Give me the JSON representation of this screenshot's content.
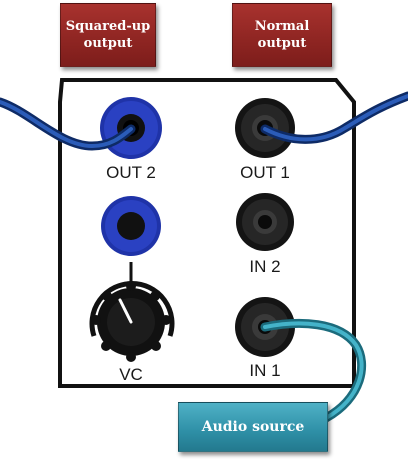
{
  "labels": {
    "squared_up_output": "Squared-up\noutput",
    "normal_output": "Normal\noutput",
    "audio_source": "Audio source"
  },
  "panel": {
    "out2": "OUT 2",
    "out1": "OUT 1",
    "in2": "IN 2",
    "vc": "VC",
    "in1": "IN 1"
  },
  "colors": {
    "label_red": "#8e2522",
    "label_teal": "#2e8fa6",
    "jack_blue": "#1f33a8",
    "cable_blue": "#173f86",
    "cable_teal": "#2b8ca1"
  }
}
